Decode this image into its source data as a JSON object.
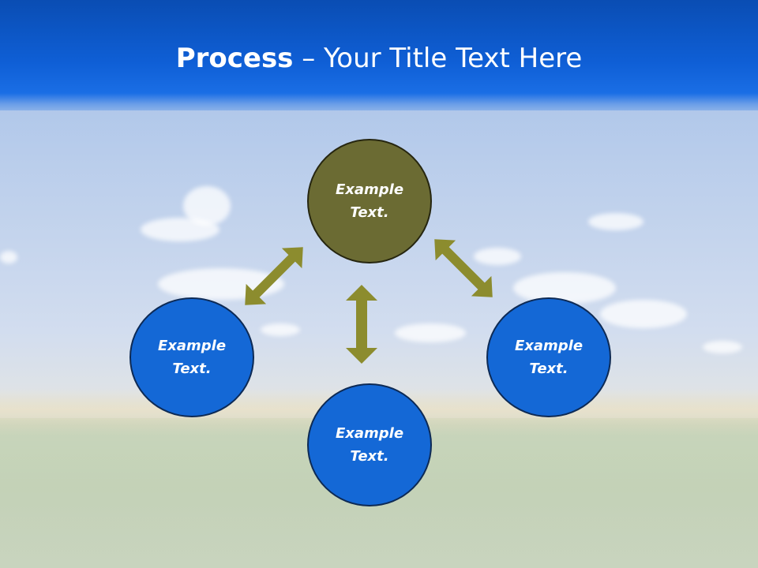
{
  "title": {
    "bold": "Process",
    "rest": " – Your Title Text Here"
  },
  "nodes": {
    "top": "Example\nText.",
    "left": "Example\nText.",
    "right": "Example\nText.",
    "bottom": "Example\nText."
  },
  "colors": {
    "header": "#0f5fd6",
    "node_blue": "#1468d6",
    "node_olive": "#6b6b33",
    "arrow": "#8c8c2e"
  }
}
